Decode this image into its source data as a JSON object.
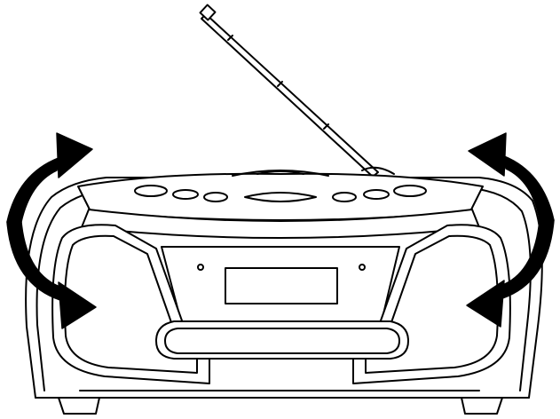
{
  "figure": {
    "subject": "",
    "arrows": [
      {
        "side": "left",
        "direction": "counterclockwise"
      },
      {
        "side": "right",
        "direction": "clockwise"
      }
    ],
    "colors": {
      "line": "#000000",
      "fill": "#ffffff"
    }
  }
}
